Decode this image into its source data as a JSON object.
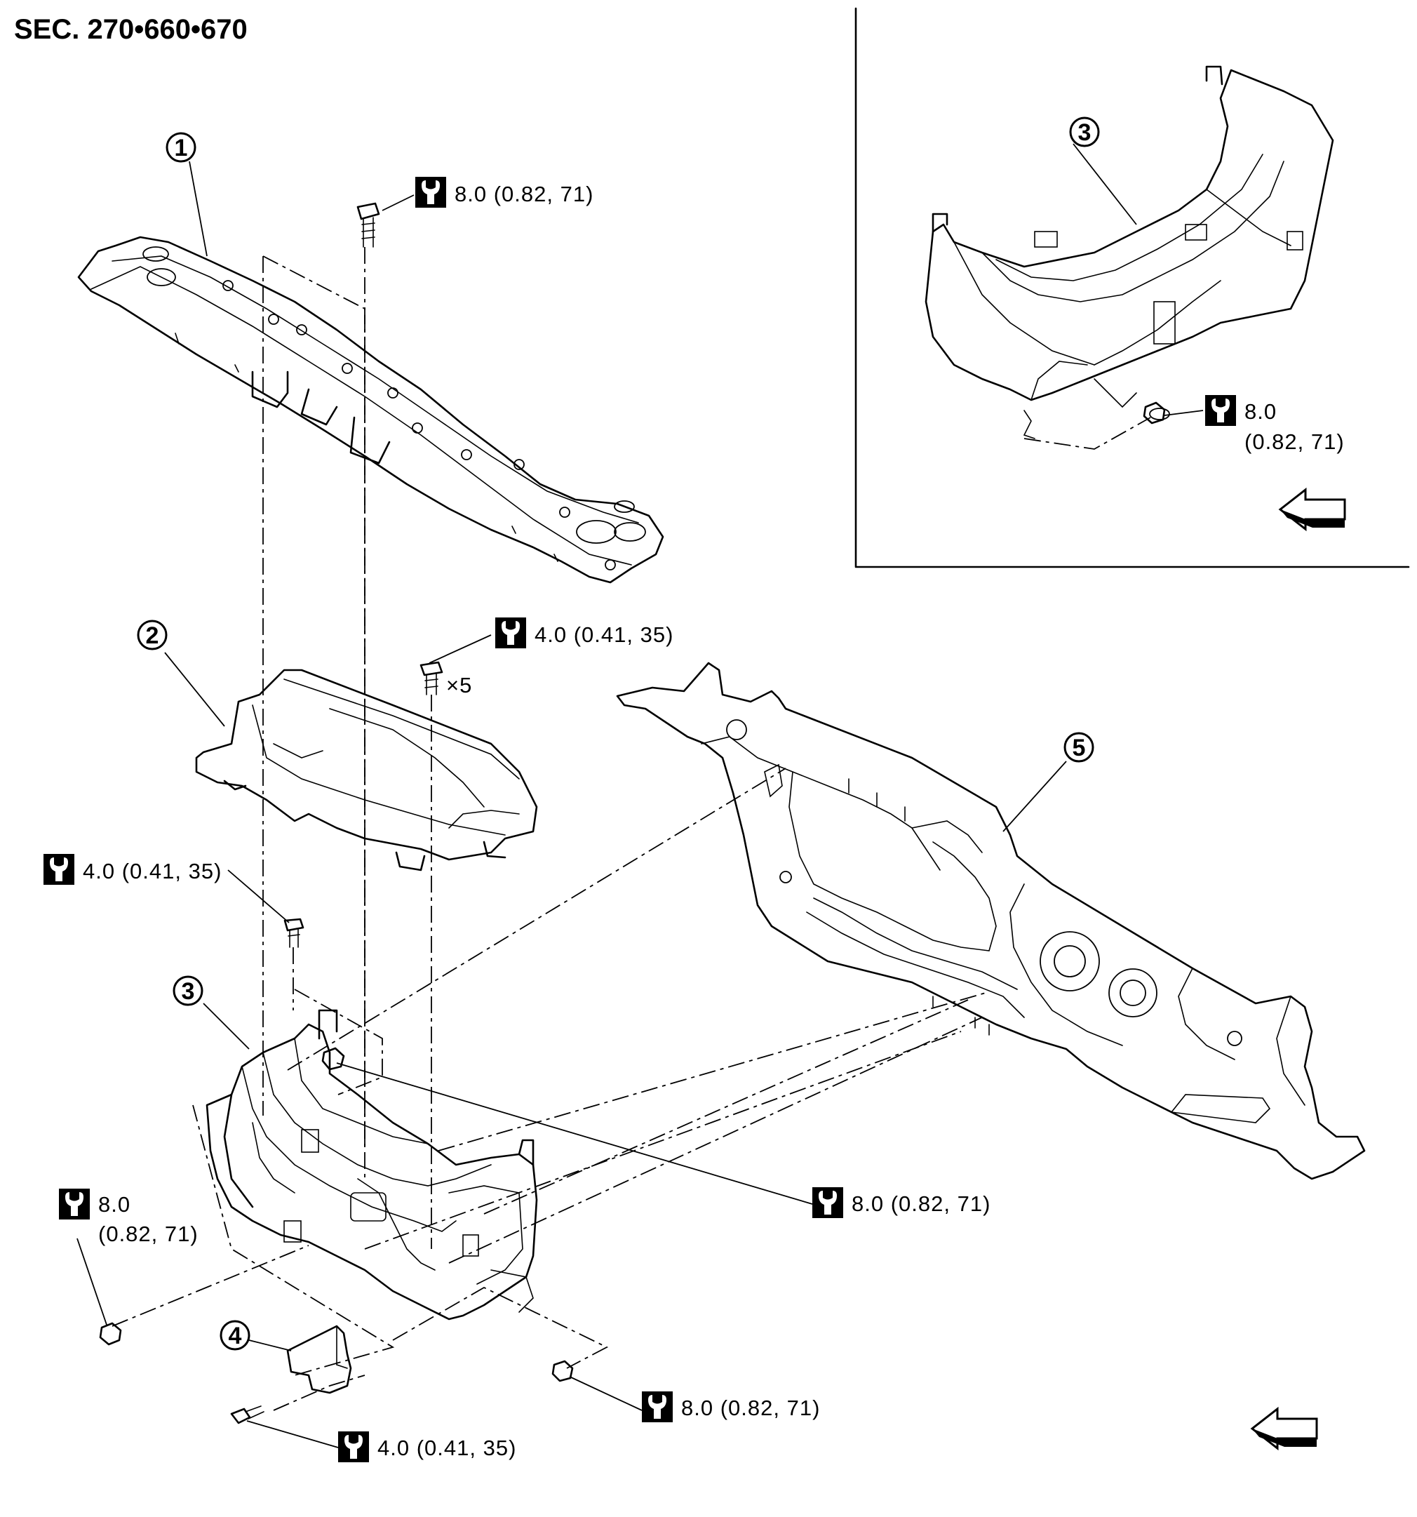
{
  "section_label": "SEC. 270•660•670",
  "icons": {
    "torque": "torque-wrench-icon",
    "front": "front-direction-arrow-icon"
  },
  "callouts": {
    "c1": "1",
    "c2": "2",
    "c3_inset": "3",
    "c3_main": "3",
    "c4": "4",
    "c5": "5"
  },
  "torques": {
    "t_top_bolt": "8.0 (0.82, 71)",
    "t_cover_bolts": "4.0 (0.41, 35)",
    "t_quantity": "×5",
    "t_left_bolt": "4.0 (0.41, 35)",
    "t_inset_line1": "8.0",
    "t_inset_line2": "(0.82, 71)",
    "t_center_nut": "8.0 (0.82, 71)",
    "t_left_nut_line1": "8.0",
    "t_left_nut_line2": "(0.82, 71)",
    "t_bottom_nut": "8.0 (0.82, 71)",
    "t_bottom_bolt": "4.0 (0.41, 35)"
  }
}
